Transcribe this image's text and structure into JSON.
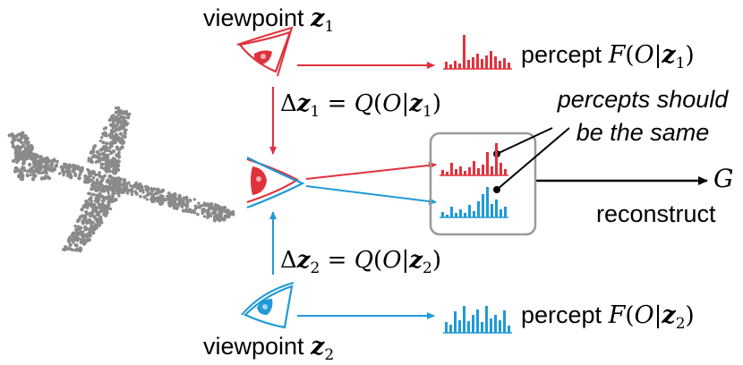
{
  "viewpoint1": {
    "word": "viewpoint",
    "var": "z",
    "sub": "1"
  },
  "viewpoint2": {
    "word": "viewpoint",
    "var": "z",
    "sub": "2"
  },
  "percept1": {
    "word": "percept",
    "F": "F",
    "O": "O",
    "var": "z",
    "sub": "1"
  },
  "percept2": {
    "word": "percept",
    "F": "F",
    "O": "O",
    "var": "z",
    "sub": "2"
  },
  "delta1": {
    "delta": "Δ",
    "var": "z",
    "sub": "1",
    "Q": "Q",
    "O": "O",
    "sub2": "1"
  },
  "delta2": {
    "delta": "Δ",
    "var": "z",
    "sub": "2",
    "Q": "Q",
    "O": "O",
    "sub2": "2"
  },
  "note": {
    "line1": "percepts should",
    "line2": "be the same"
  },
  "output": {
    "var": "G",
    "label": "reconstruct"
  },
  "colors": {
    "red": "#e0323c",
    "blue": "#1f9ad6",
    "gray": "#8a8a8a",
    "box": "#9a9a9a"
  },
  "icons": {
    "object": "airplane-point-cloud-icon",
    "eye": "eye-icon",
    "histogram": "histogram-icon"
  }
}
